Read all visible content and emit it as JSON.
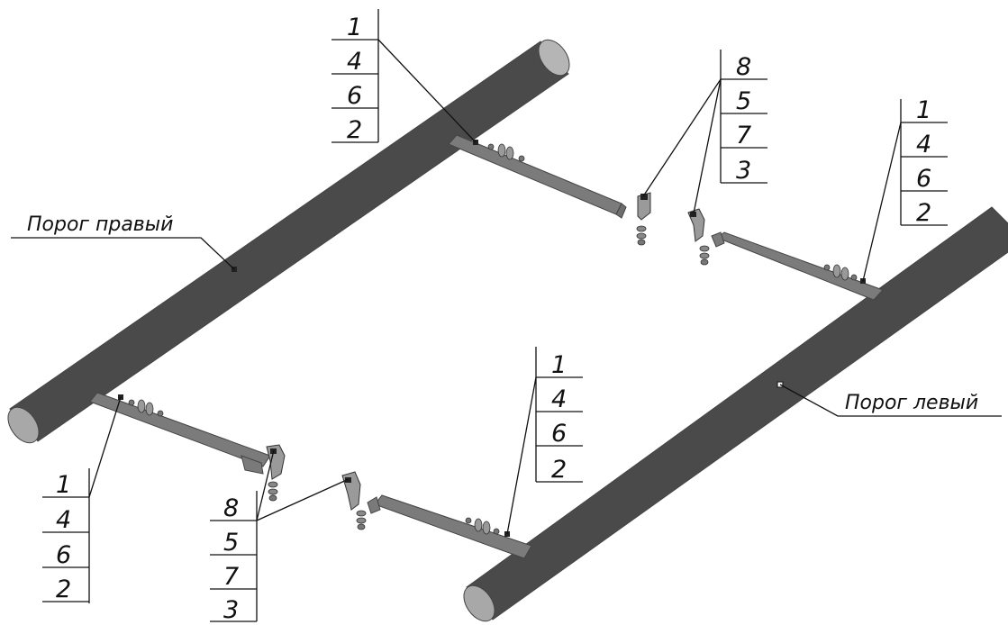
{
  "labels": {
    "right_sill": "Порог правый",
    "left_sill": "Порог левый"
  },
  "callouts": {
    "top_left": [
      "1",
      "4",
      "6",
      "2"
    ],
    "top_mid": [
      "8",
      "5",
      "7",
      "3"
    ],
    "top_right": [
      "1",
      "4",
      "6",
      "2"
    ],
    "mid_right": [
      "1",
      "4",
      "6",
      "2"
    ],
    "bottom_left": [
      "1",
      "4",
      "6",
      "2"
    ],
    "bottom_mid": [
      "8",
      "5",
      "7",
      "3"
    ]
  }
}
